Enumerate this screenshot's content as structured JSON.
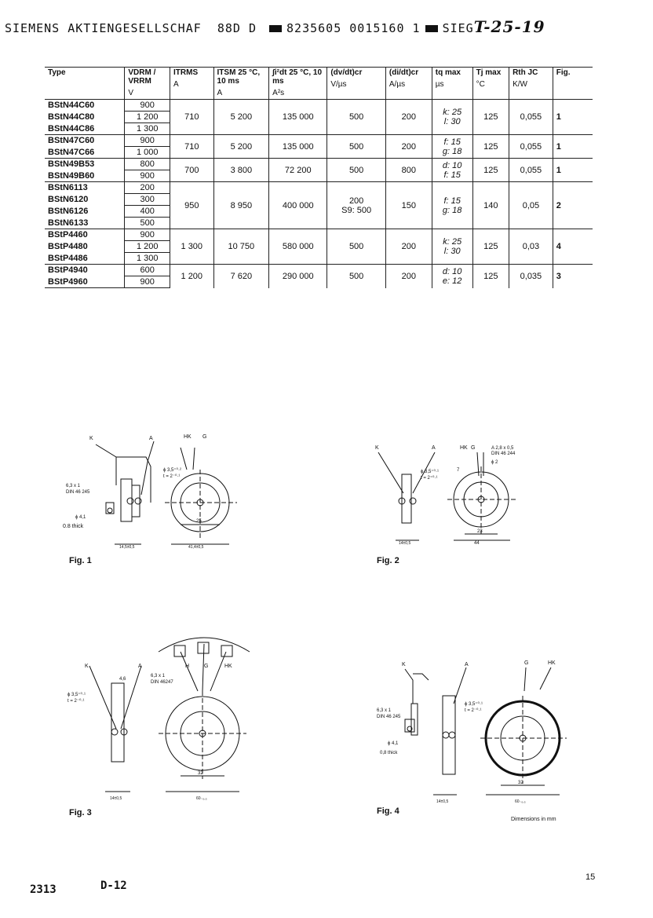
{
  "header": {
    "company": "SIEMENS AKTIENGESELLSCHAF",
    "code": "88D D",
    "number": "8235605 0015160 1",
    "prefix": "SIEG",
    "handwritten": "T-25-19"
  },
  "table": {
    "headers": [
      {
        "label": "Type",
        "unit": ""
      },
      {
        "label": "VDRM / VRRM",
        "unit": "V"
      },
      {
        "label": "ITRMS",
        "unit": "A"
      },
      {
        "label": "ITSM 25 °C, 10 ms",
        "unit": "A"
      },
      {
        "label": "∫i²dt 25 °C, 10 ms",
        "unit": "A²s"
      },
      {
        "label": "(dv/dt)cr",
        "unit": "V/µs"
      },
      {
        "label": "(di/dt)cr",
        "unit": "A/µs"
      },
      {
        "label": "tq max",
        "unit": "µs"
      },
      {
        "label": "Tj max",
        "unit": "°C"
      },
      {
        "label": "Rth JC",
        "unit": "K/W"
      },
      {
        "label": "Fig.",
        "unit": ""
      }
    ],
    "groups": [
      {
        "rows": [
          {
            "type": "BStN44C60",
            "v": "900"
          },
          {
            "type": "BStN44C80",
            "v": "1 200"
          },
          {
            "type": "BStN44C86",
            "v": "1 300"
          }
        ],
        "itrms": "710",
        "itsm": "5 200",
        "i2t": "135 000",
        "dvdt": "500",
        "didt": "200",
        "tq1": "k: 25",
        "tq2": "l: 30",
        "tj": "125",
        "rth": "0,055",
        "fig": "1"
      },
      {
        "rows": [
          {
            "type": "BStN47C60",
            "v": "900"
          },
          {
            "type": "BStN47C66",
            "v": "1 000"
          }
        ],
        "itrms": "710",
        "itsm": "5 200",
        "i2t": "135 000",
        "dvdt": "500",
        "didt": "200",
        "tq1": "f: 15",
        "tq2": "g: 18",
        "tj": "125",
        "rth": "0,055",
        "fig": "1"
      },
      {
        "rows": [
          {
            "type": "BStN49B53",
            "v": "800"
          },
          {
            "type": "BStN49B60",
            "v": "900"
          }
        ],
        "itrms": "700",
        "itsm": "3 800",
        "i2t": "72 200",
        "dvdt": "500",
        "didt": "800",
        "tq1": "d: 10",
        "tq2": "f: 15",
        "tj": "125",
        "rth": "0,055",
        "fig": "1"
      },
      {
        "rows": [
          {
            "type": "BStN6113",
            "v": "200"
          },
          {
            "type": "BStN6120",
            "v": "300"
          },
          {
            "type": "BStN6126",
            "v": "400"
          },
          {
            "type": "BStN6133",
            "v": "500"
          }
        ],
        "itrms": "950",
        "itsm": "8 950",
        "i2t": "400 000",
        "dvdt": "200",
        "dvdt2": "S9: 500",
        "didt": "150",
        "tq1": "f: 15",
        "tq2": "g: 18",
        "tj": "140",
        "rth": "0,05",
        "fig": "2"
      },
      {
        "rows": [
          {
            "type": "BStP4460",
            "v": "900"
          },
          {
            "type": "BStP4480",
            "v": "1 200"
          },
          {
            "type": "BStP4486",
            "v": "1 300"
          }
        ],
        "itrms": "1 300",
        "itsm": "10 750",
        "i2t": "580 000",
        "dvdt": "500",
        "didt": "200",
        "tq1": "k: 25",
        "tq2": "l: 30",
        "tj": "125",
        "rth": "0,03",
        "fig": "4"
      },
      {
        "rows": [
          {
            "type": "BStP4940",
            "v": "600"
          },
          {
            "type": "BStP4960",
            "v": "900"
          }
        ],
        "itrms": "1 200",
        "itsm": "7 620",
        "i2t": "290 000",
        "dvdt": "500",
        "didt": "200",
        "tq1": "d: 10",
        "tq2": "e: 12",
        "tj": "125",
        "rth": "0,035",
        "fig": "3"
      }
    ]
  },
  "figures": {
    "fig1": {
      "caption": "Fig. 1",
      "labels": {
        "k": "K",
        "a": "A",
        "hk": "HK",
        "g": "G",
        "lug": "6,3 x 1",
        "din": "DIN 46 245",
        "hole": "ϕ 3,5⁺⁰·²",
        "t": "t = 2⁻⁰·¹",
        "dia": "ϕ 4,1",
        "thick": "0.8 thick",
        "d1": "25",
        "d2": "14,5±0,5",
        "d3": "41,4±0,5"
      }
    },
    "fig2": {
      "caption": "Fig. 2",
      "labels": {
        "k": "K",
        "a": "A",
        "hk": "HK",
        "g": "G",
        "lug": "A 2,8 x 0,5",
        "din": "DIN 46 244",
        "phi2": "ϕ 2",
        "hole": "ϕ 3,5⁺⁰·¹",
        "t": "t = 2⁺⁰·¹",
        "seven": "7",
        "d1": "23",
        "d2": "14±0,5",
        "d3": "44"
      }
    },
    "fig3": {
      "caption": "Fig. 3",
      "labels": {
        "k": "K",
        "a": "A",
        "h": "H",
        "g": "G",
        "hk": "HK",
        "lug": "6,3 x 1",
        "din": "DIN 46247",
        "hole": "ϕ 3,5⁺⁰·¹",
        "t": "t = 2⁻⁰·¹",
        "w": "4,6",
        "d1": "32",
        "d2": "14±0,5",
        "d3": "60₋₀,₃"
      }
    },
    "fig4": {
      "caption": "Fig. 4",
      "labels": {
        "k": "K",
        "a": "A",
        "g": "G",
        "hk": "HK",
        "lug": "6,3 x 1",
        "din": "DIN 46 245",
        "hole": "ϕ 3,5⁺⁰·¹",
        "t": "t = 2⁻⁰·¹",
        "dia": "ϕ 4,1",
        "thick": "0,8 thick",
        "d1": "32",
        "d2": "14±0,5",
        "d3": "60₋₀,₃"
      }
    }
  },
  "dimensions_note": "Dimensions in mm",
  "page_number": "15",
  "footer": {
    "left": "2313",
    "right": "D-12"
  }
}
